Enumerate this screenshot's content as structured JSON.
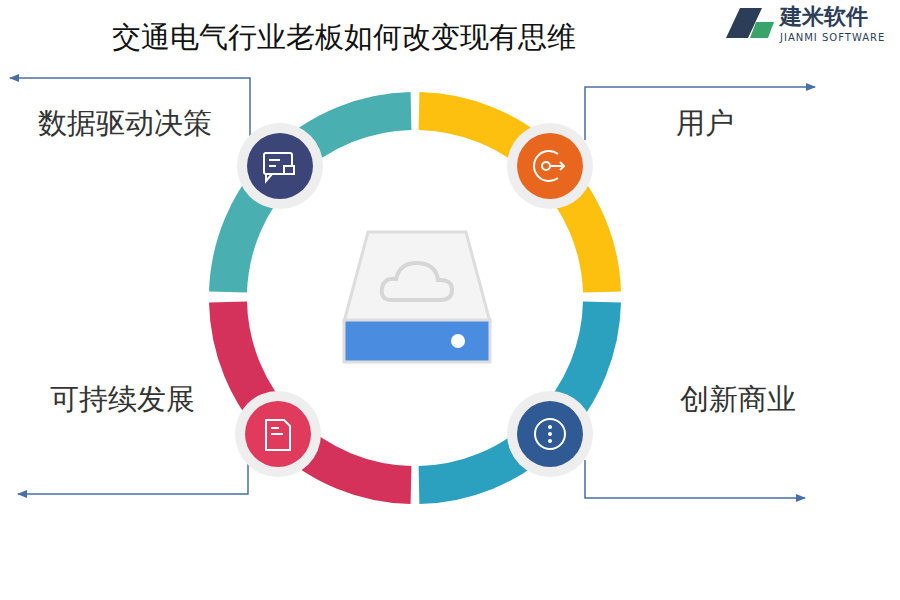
{
  "diagram": {
    "title": "交通电气行业老板如何改变现有思维",
    "labels": [
      "数据驱动决策",
      "用户",
      "可持续发展",
      "创新商业",
      "建米软件",
      "JIANMI SOFTWARE"
    ]
  }
}
